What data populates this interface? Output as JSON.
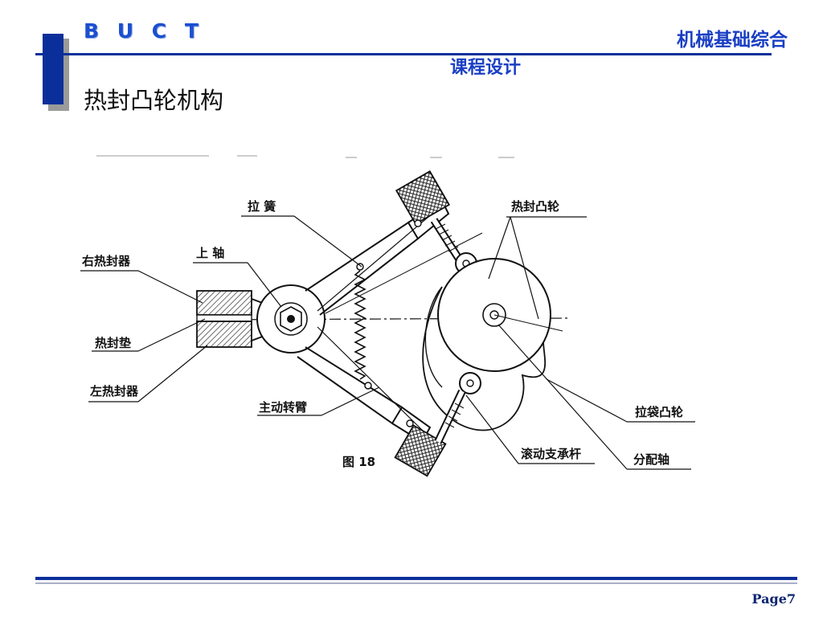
{
  "header": {
    "brand": "B U C T",
    "course_line1": "机械基础综合",
    "course_line2": "课程设计"
  },
  "slide": {
    "title": "热封凸轮机构"
  },
  "figure": {
    "caption": "图 18",
    "labels": {
      "spring": "拉 簧",
      "upper_shaft": "上  轴",
      "right_heat_sealer": "右热封器",
      "heat_seal_pad": "热封垫",
      "left_heat_sealer": "左热封器",
      "drive_arm": "主动转臂",
      "heat_seal_cam": "热封凸轮",
      "bag_pull_cam": "拉袋凸轮",
      "rolling_support_rod": "滚动支承杆",
      "distribution_shaft": "分配轴"
    }
  },
  "footer": {
    "page": "Page7"
  }
}
